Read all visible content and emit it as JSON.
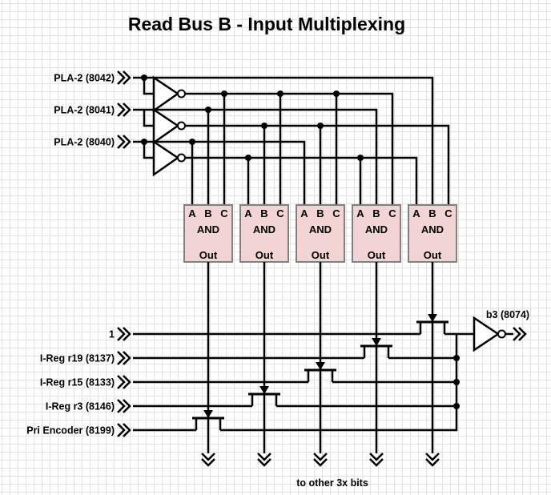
{
  "title": "Read Bus B - Input Multiplexing",
  "colors": {
    "wire": "#000000",
    "box_fill": "#f2d4d4",
    "box_border": "#808080",
    "grid": "#e2e2e2",
    "bg": "#ffffff",
    "text": "#000000"
  },
  "pla_inputs": [
    {
      "label": "PLA-2 (8042)"
    },
    {
      "label": "PLA-2 (8041)"
    },
    {
      "label": "PLA-2 (8040)"
    }
  ],
  "and_gates": {
    "count": 5,
    "input_labels": [
      "A",
      "B",
      "C"
    ],
    "gate_label": "AND",
    "output_label": "Out"
  },
  "data_inputs": [
    {
      "label": "1"
    },
    {
      "label": "I-Reg r19 (8137)"
    },
    {
      "label": "I-Reg r15 (8133)"
    },
    {
      "label": "I-Reg r3 (8146)"
    },
    {
      "label": "Pri Encoder (8199)"
    }
  ],
  "output": {
    "label": "b3 (8074)"
  },
  "footnote": "to other 3x bits",
  "connections": {
    "and1": {
      "A": "PLA-2 (8040)",
      "B": "PLA-2 (8041)",
      "C": "not PLA-2 (8042)",
      "controls": "Pri Encoder (8199)"
    },
    "and2": {
      "A": "not PLA-2 (8040)",
      "B": "not PLA-2 (8041)",
      "C": "not PLA-2 (8042)",
      "controls": "I-Reg r3 (8146)"
    },
    "and3": {
      "A": "PLA-2 (8040)",
      "B": "not PLA-2 (8041)",
      "C": "not PLA-2 (8042)",
      "controls": "I-Reg r15 (8133)"
    },
    "and4": {
      "A": "not PLA-2 (8040)",
      "B": "PLA-2 (8041)",
      "C": "not PLA-2 (8042)",
      "controls": "I-Reg r19 (8137)"
    },
    "and5": {
      "A": "not PLA-2 (8040)",
      "B": "PLA-2 (8042)",
      "C": "not PLA-2 (8041)",
      "controls": "1"
    },
    "selected_outputs_bus": "inverter to b3 (8074)"
  }
}
